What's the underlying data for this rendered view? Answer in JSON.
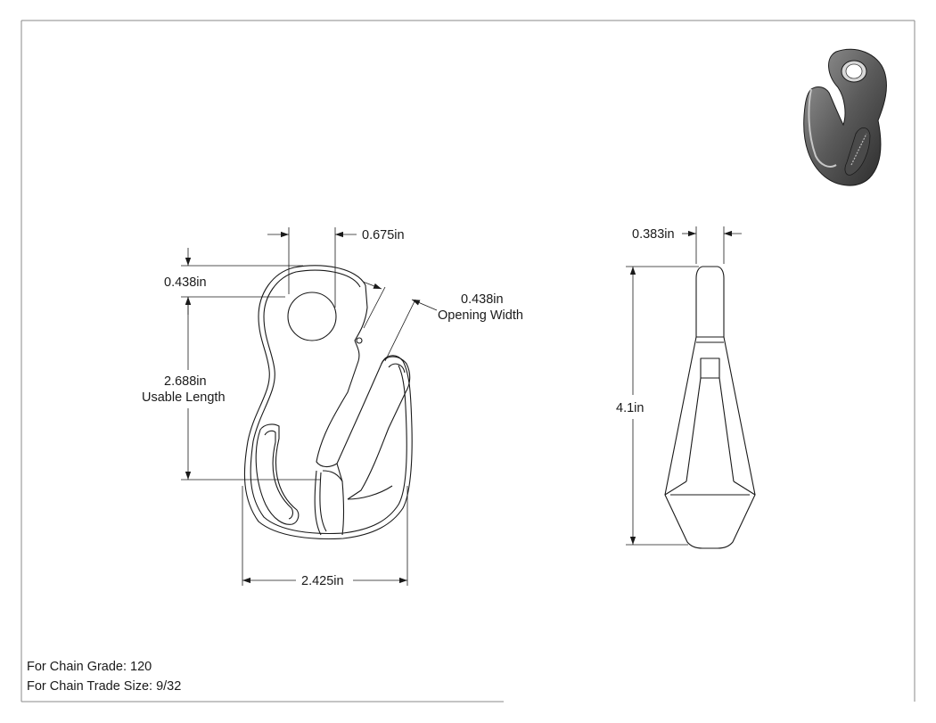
{
  "dimensions": {
    "eye_offset": "0.675in",
    "eye_diameter": "0.438in",
    "opening_width": "0.438in",
    "opening_width_label": "Opening Width",
    "usable_length": "2.688in",
    "usable_length_label": "Usable Length",
    "overall_width": "2.425in",
    "side_thickness": "0.383in",
    "overall_height": "4.1in"
  },
  "notes": {
    "chain_grade": "For Chain Grade: 120",
    "chain_trade_size": "For Chain Trade Size: 9/32"
  },
  "icons": {
    "front_view": "grab-hook-front-view-icon",
    "side_view": "grab-hook-side-view-icon",
    "iso_view": "grab-hook-isometric-icon"
  },
  "colors": {
    "line": "#1a1a1a",
    "border": "#8a8a8a",
    "render_dark": "#3a3a3a",
    "render_mid": "#7a7a7a",
    "render_light": "#c8c8c8"
  }
}
